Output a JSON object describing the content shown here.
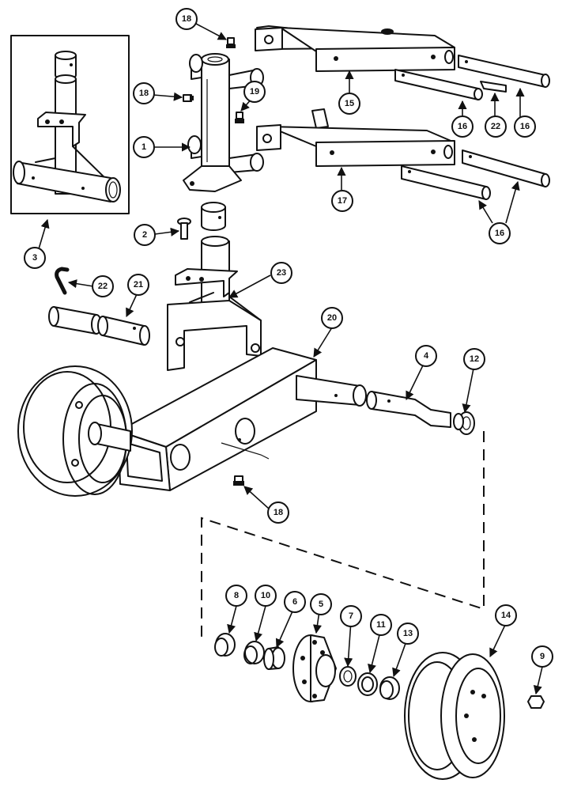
{
  "callouts": {
    "c18a": "18",
    "c18b": "18",
    "c18c": "18",
    "c19": "19",
    "c1": "1",
    "c3": "3",
    "c15": "15",
    "c16a": "16",
    "c22a": "22",
    "c16b": "16",
    "c17": "17",
    "c16c": "16",
    "c2": "2",
    "c22b": "22",
    "c21": "21",
    "c23": "23",
    "c20": "20",
    "c4": "4",
    "c12": "12",
    "c8": "8",
    "c10": "10",
    "c6": "6",
    "c5": "5",
    "c7": "7",
    "c11": "11",
    "c13": "13",
    "c14": "14",
    "c9": "9"
  }
}
